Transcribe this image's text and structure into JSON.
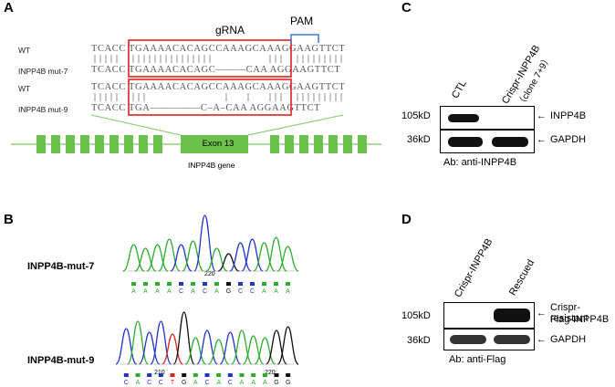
{
  "panel_a": {
    "letter": "A",
    "grna_label": "gRNA",
    "pam_label": "PAM",
    "rows": [
      {
        "name": "WT",
        "seq": "TCACC TGAAAACACAGCCAAAGCAAAGGAAGTTCT"
      },
      {
        "name": "INPP4B mut-7",
        "seq": "TCACC TGAAAACACAGC———CAA AGGAAGTTCT"
      },
      {
        "name": "WT",
        "seq": "TCACC TGAAAACACAGCCAAAGCAAAGGAAGTTCT"
      },
      {
        "name": "INPP4B mut-9",
        "seq": "TCACC TGA—————C–A–CAA AGGAAGTTCT"
      }
    ],
    "exon_label": "Exon 13",
    "gene_label": "INPP4B gene"
  },
  "panel_b": {
    "letter": "B",
    "trace1_label": "INPP4B-mut-7",
    "trace1_bases": [
      "A",
      "A",
      "A",
      "A",
      "C",
      "A",
      "C",
      "A",
      "G",
      "C",
      "C",
      "A",
      "A",
      "A"
    ],
    "trace1_tick": "220",
    "trace2_label": "INPP4B-mut-9",
    "trace2_bases": [
      "C",
      "A",
      "C",
      "C",
      "T",
      "G",
      "A",
      "C",
      "A",
      "C",
      "A",
      "A",
      "A",
      "G",
      "G"
    ],
    "trace2_tick_left": "210",
    "trace2_tick_right": "220"
  },
  "panel_c": {
    "letter": "C",
    "lane1": "CTL",
    "lane2": "Crispr-INPP4B",
    "lane2_sub": "（clone 7+9）",
    "mw_top": "105kD",
    "mw_bottom": "36kD",
    "band_top": "INPP4B",
    "band_bottom": "GAPDH",
    "antibody": "Ab: anti-INPP4B"
  },
  "panel_d": {
    "letter": "D",
    "lane1": "Crispr-INPP4B",
    "lane2": "Rescued",
    "mw_top": "105kD",
    "mw_bottom": "36kD",
    "band_top_line1": "Crispr-resistant",
    "band_top_line2": "Flag-INPP4B",
    "band_bottom": "GAPDH",
    "antibody": "Ab: anti-Flag"
  },
  "colors": {
    "red_box": "#e02020",
    "pam_bracket": "#3a7ad5",
    "exon_green": "#6cc24a",
    "connector_green": "#8fd07a",
    "trace_green": "#2cae2c",
    "trace_blue": "#2233cc",
    "trace_black": "#111111",
    "trace_red": "#e02020"
  }
}
